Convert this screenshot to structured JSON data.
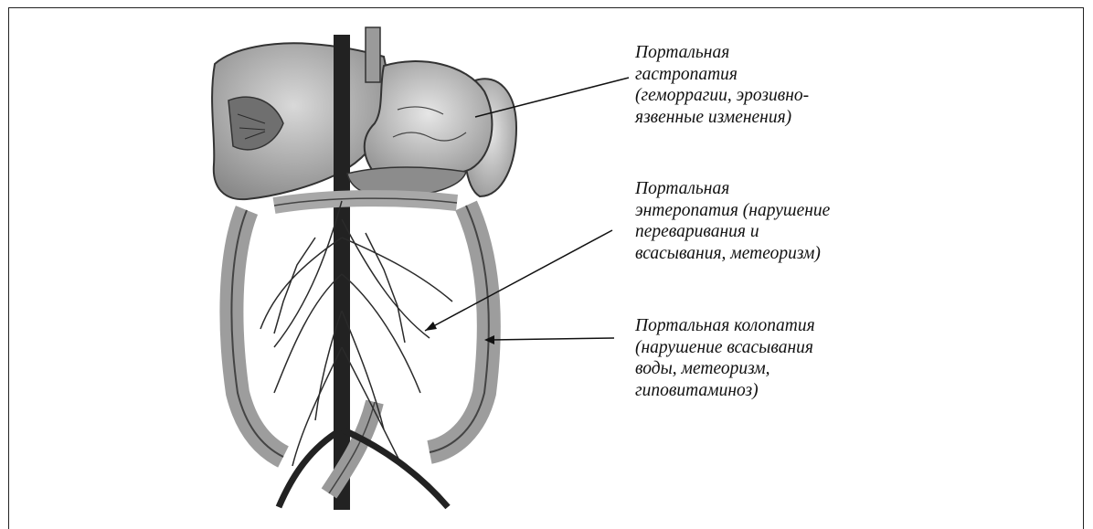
{
  "annotations": [
    {
      "id": "gastropathy",
      "lines": [
        "Портальная",
        "гастропатия",
        "(геморрагии, эрозивно-",
        "язвенные изменения)"
      ]
    },
    {
      "id": "enteropathy",
      "lines": [
        "Портальная",
        "энтеропатия (нарушение",
        "переваривания и",
        "всасывания, метеоризм)"
      ]
    },
    {
      "id": "colopathy",
      "lines": [
        "Портальная колопатия",
        "(нарушение всасывания",
        "воды, метеоризм,",
        "гиповитаминоз)"
      ]
    }
  ]
}
